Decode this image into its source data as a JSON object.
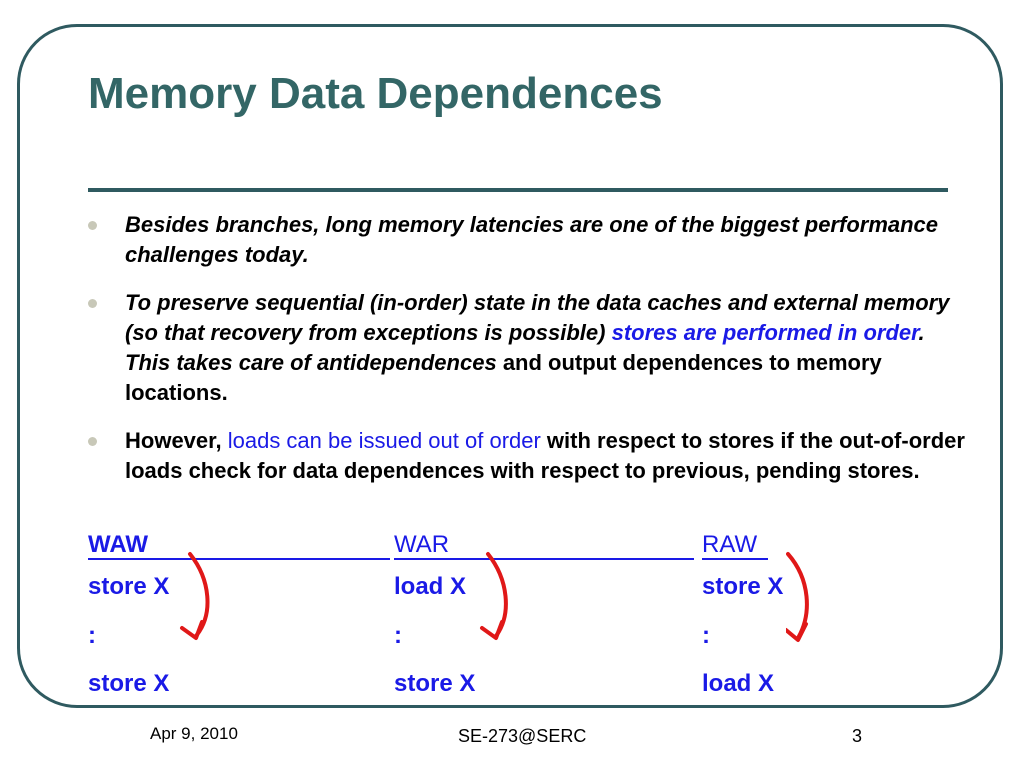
{
  "slide": {
    "title": "Memory Data Dependences",
    "bullets": [
      {
        "parts": [
          {
            "text": "Besides branches, long memory latencies are one of the biggest performance challenges today.",
            "style": "italic"
          }
        ]
      },
      {
        "parts": [
          {
            "text": "To preserve sequential (in-order) state in the data caches and external memory (so that recovery from exceptions is possible) ",
            "style": "italic"
          },
          {
            "text": "stores are performed in order",
            "style": "italic-blue"
          },
          {
            "text": ". This takes care of antidependences ",
            "style": "italic"
          },
          {
            "text": "and output dependences to memory locations.",
            "style": "normal"
          }
        ]
      },
      {
        "parts": [
          {
            "text": "However, ",
            "style": "normal"
          },
          {
            "text": "loads can be issued out of order",
            "style": "blue-plain"
          },
          {
            "text": " with respect to stores if the out-of-order loads check for data dependences with respect to previous, pending stores.",
            "style": "normal"
          }
        ]
      }
    ],
    "dependences": [
      {
        "header": "WAW",
        "lines": [
          "store X",
          ":",
          "store X"
        ]
      },
      {
        "header": "WAR",
        "lines": [
          "load X",
          ":",
          "store X"
        ]
      },
      {
        "header": "RAW",
        "lines": [
          "store X",
          ":",
          "load X"
        ]
      }
    ],
    "colors": {
      "title": "#336666",
      "frame": "#2f5a60",
      "accent_blue": "#1a1ae6",
      "arrow_red": "#e01818",
      "bullet": "#c8c8b8"
    }
  },
  "footer": {
    "date": "Apr 9, 2010",
    "center": "SE-273@SERC",
    "page_number": "3"
  }
}
